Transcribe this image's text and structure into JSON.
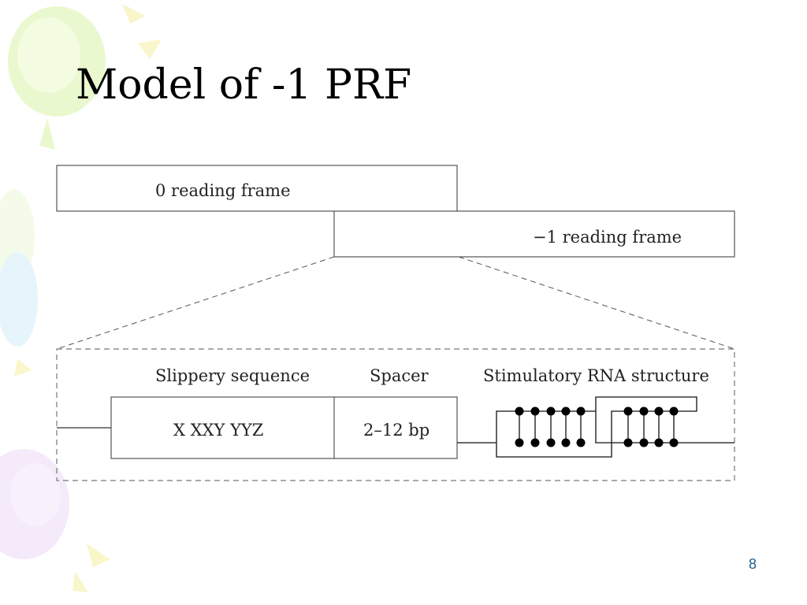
{
  "slide": {
    "title": "Model of -1 PRF",
    "page_number": "8"
  },
  "diagram": {
    "frame_zero_label": "0 reading frame",
    "frame_minus_one_label": "−1 reading frame",
    "slippery_heading": "Slippery sequence",
    "slippery_value": "X XXY YYZ",
    "spacer_heading": "Spacer",
    "spacer_value": "2–12 bp",
    "structure_heading": "Stimulatory RNA structure"
  },
  "icons": {
    "background": "balloon-decoration-icon",
    "hairpin": "pseudoknot-structure-icon"
  }
}
